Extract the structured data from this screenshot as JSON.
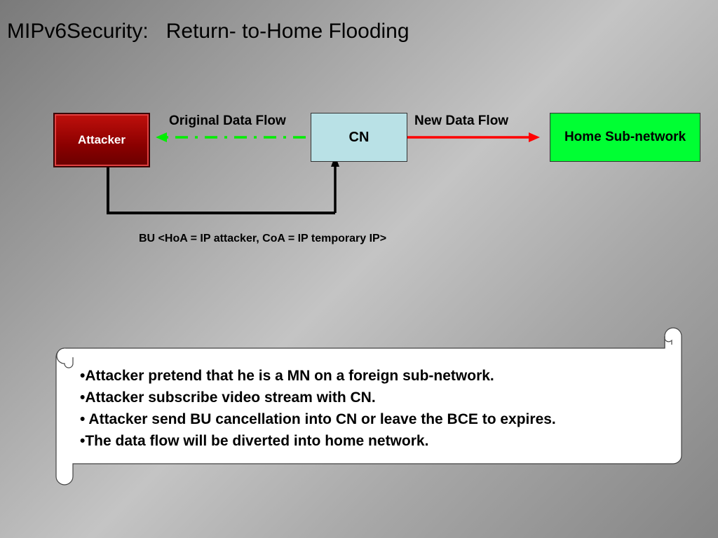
{
  "title": "MIPv6Security:   Return- to-Home Flooding",
  "nodes": {
    "attacker": "Attacker",
    "cn": "CN",
    "home": "Home Sub-network"
  },
  "flows": {
    "original": "Original Data Flow",
    "new": "New Data Flow",
    "bu": "BU <HoA = IP attacker, CoA = IP temporary IP>"
  },
  "colors": {
    "original_flow": "#00ee00",
    "new_flow": "#ff0000",
    "attacker": "#8b0000",
    "cn": "#b9e1e6",
    "home": "#00ff33"
  },
  "bullets": [
    "•Attacker pretend that he is a MN on a foreign sub-network.",
    "•Attacker subscribe video stream with CN.",
    "• Attacker send BU cancellation into CN or leave the BCE to expires.",
    "•The data flow will be diverted into home network."
  ]
}
